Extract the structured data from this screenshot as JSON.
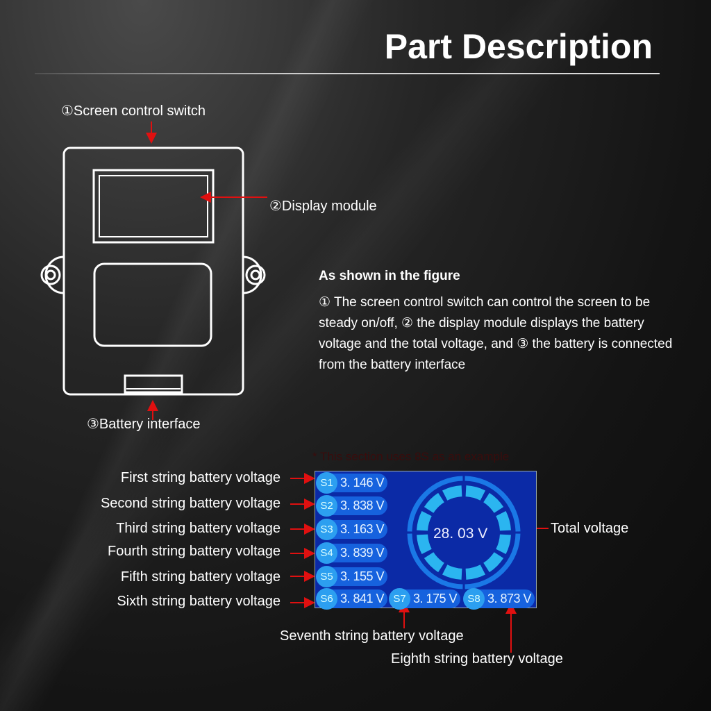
{
  "title": "Part Description",
  "callouts": {
    "switch": "①Screen control switch",
    "display": "②Display module",
    "battery": "③Battery interface"
  },
  "description": {
    "heading": "As shown in the figure",
    "body": "① The screen control switch can control the screen to be steady on/off, ② the display module displays the battery voltage and the total voltage, and ③ the battery is connected from the battery interface"
  },
  "note": "* This section uses 8S as an example",
  "string_labels": [
    "First string battery voltage",
    "Second string battery voltage",
    "Third string battery voltage",
    "Fourth string battery voltage",
    "Fifth string battery voltage",
    "Sixth string battery voltage",
    "Seventh string battery voltage",
    "Eighth string battery voltage"
  ],
  "total_label": "Total voltage",
  "lcd": {
    "cells": [
      {
        "id": "S1",
        "value": "3. 146 V"
      },
      {
        "id": "S2",
        "value": "3. 838 V"
      },
      {
        "id": "S3",
        "value": "3. 163 V"
      },
      {
        "id": "S4",
        "value": "3. 839 V"
      },
      {
        "id": "S5",
        "value": "3. 155 V"
      },
      {
        "id": "S6",
        "value": "3. 841 V"
      },
      {
        "id": "S7",
        "value": "3. 175 V"
      },
      {
        "id": "S8",
        "value": "3. 873 V"
      }
    ],
    "total": "28. 03 V"
  },
  "colors": {
    "arrow": "#e01010",
    "lcd_bg": "#0b2aa6",
    "ring": "#2bb5f0"
  }
}
